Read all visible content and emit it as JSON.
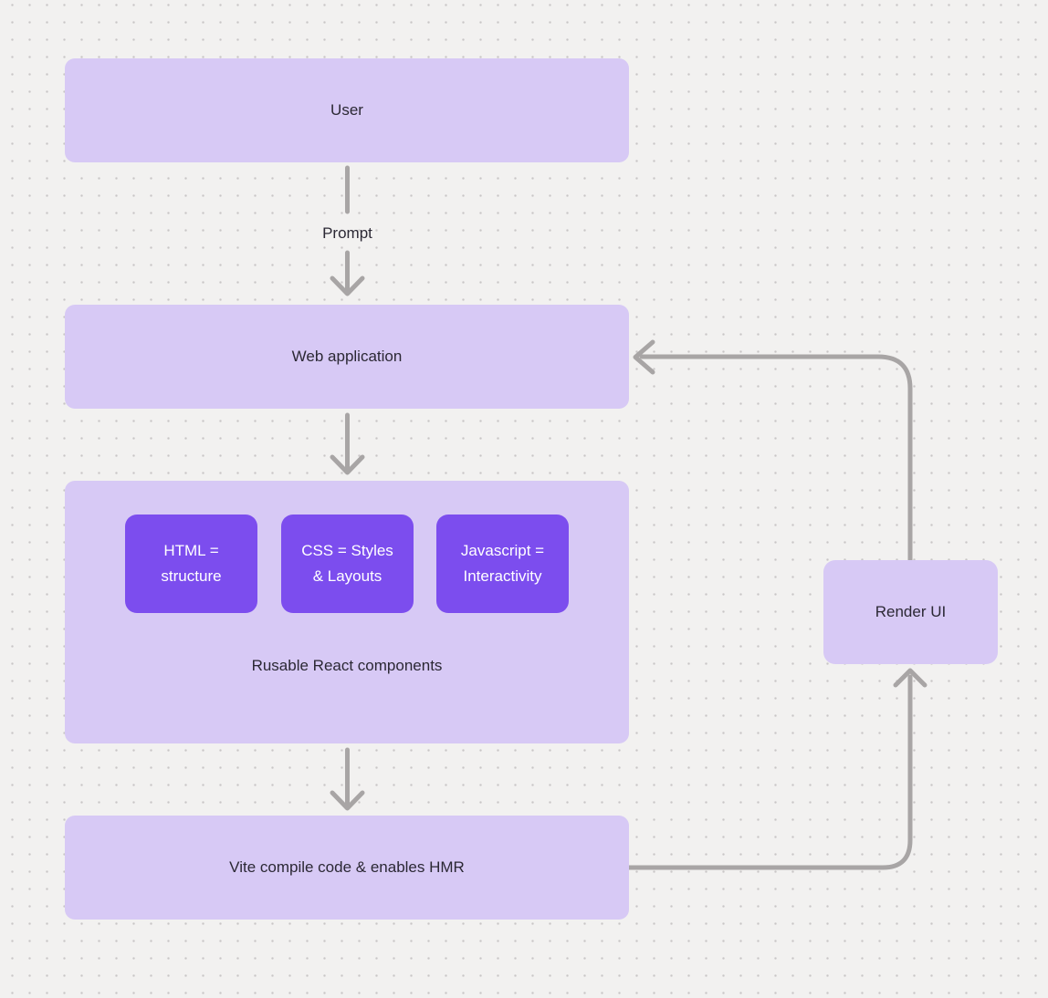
{
  "diagram": {
    "nodes": {
      "user": {
        "label": "User"
      },
      "web_application": {
        "label": "Web application"
      },
      "components_group": {
        "items": [
          {
            "label": "HTML = structure"
          },
          {
            "label": "CSS = Styles & Layouts"
          },
          {
            "label": "Javascript = Interactivity"
          }
        ],
        "caption": "Rusable React components"
      },
      "vite": {
        "label": "Vite compile code & enables HMR"
      },
      "render_ui": {
        "label": "Render UI"
      }
    },
    "edges": {
      "prompt_label": "Prompt"
    },
    "colors": {
      "background": "#f2f1f0",
      "dot": "#c9c6c6",
      "node_fill": "#d7c9f5",
      "component_fill": "#7c4dee",
      "connector": "#a8a5a5",
      "text": "#2b2834",
      "component_text": "#ffffff"
    }
  }
}
